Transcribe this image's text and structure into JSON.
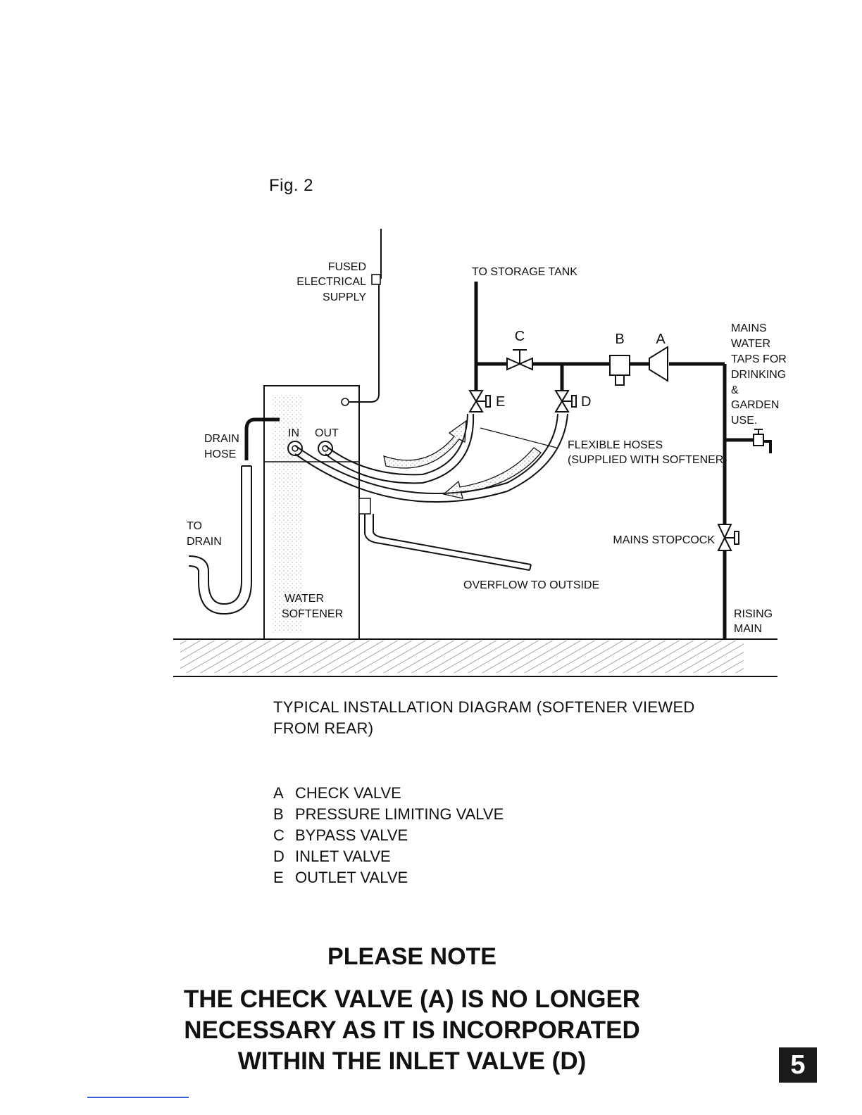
{
  "figure": {
    "label": "Fig. 2"
  },
  "diagram": {
    "labels": {
      "fused": "FUSED",
      "electrical": "ELECTRICAL",
      "supply": "SUPPLY",
      "storage_tank": "TO STORAGE TANK",
      "mains": "MAINS",
      "water": "WATER",
      "taps_for": "TAPS FOR",
      "drinking": "DRINKING",
      "amp": "&",
      "garden": "GARDEN",
      "use": "USE.",
      "drain": "DRAIN",
      "hose": "HOSE",
      "in": "IN",
      "out": "OUT",
      "flexible_hoses": "FLEXIBLE HOSES",
      "supplied_with_softener": "(SUPPLIED WITH SOFTENER)",
      "to": "TO",
      "drain_dest": "DRAIN",
      "mains_stopcock": "MAINS STOPCOCK",
      "overflow": "OVERFLOW TO OUTSIDE",
      "water_sub": "WATER",
      "softener": "SOFTENER",
      "rising": "RISING",
      "main": "MAIN"
    },
    "valves": {
      "a": "A",
      "b": "B",
      "c": "C",
      "d": "D",
      "e": "E"
    }
  },
  "caption": {
    "line1": "TYPICAL INSTALLATION DIAGRAM (SOFTENER VIEWED",
    "line2": "FROM REAR)"
  },
  "legend": [
    {
      "letter": "A",
      "text": "CHECK VALVE"
    },
    {
      "letter": "B",
      "text": "PRESSURE LIMITING VALVE"
    },
    {
      "letter": "C",
      "text": "BYPASS VALVE"
    },
    {
      "letter": "D",
      "text": "INLET VALVE"
    },
    {
      "letter": "E",
      "text": "OUTLET VALVE"
    }
  ],
  "note": {
    "heading": "PLEASE NOTE",
    "line1": "THE CHECK VALVE (A) IS NO LONGER",
    "line2": "NECESSARY AS IT IS INCORPORATED",
    "line3": "WITHIN THE INLET VALVE (D)"
  },
  "page": {
    "number": "5"
  }
}
